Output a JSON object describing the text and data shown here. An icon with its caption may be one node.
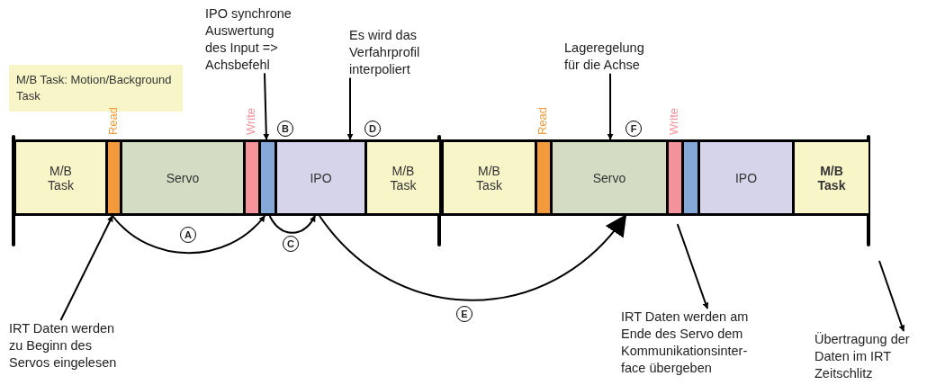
{
  "diagram": {
    "nodes": [
      {
        "text": [
          "M/B Task: Motion/Background Task"
        ]
      },
      {
        "text": [
          "M/B Task"
        ]
      },
      {
        "text": [
          "Read"
        ]
      },
      {
        "text": [
          "Servo"
        ]
      },
      {
        "text": [
          "Write"
        ]
      },
      {
        "text": [],
        "shape": "bar"
      },
      {
        "text": [
          "IPO"
        ]
      },
      {
        "text": [
          "M/B Task"
        ]
      },
      {
        "text": [
          "M/B Task"
        ]
      },
      {
        "text": [
          "Read"
        ]
      },
      {
        "text": [
          "Servo"
        ]
      },
      {
        "text": [
          "Write"
        ]
      },
      {
        "text": [],
        "shape": "bar"
      },
      {
        "text": [
          "IPO"
        ]
      },
      {
        "text": [
          "M/B Task"
        ]
      },
      {
        "text": [
          "IPO synchrone Auswertung des Input => Achsbefehl"
        ]
      },
      {
        "text": [
          "Es wird das Verfahrprofil interpoliert"
        ]
      },
      {
        "text": [
          "Lageregelung für die Achse"
        ]
      },
      {
        "text": [
          "IRT Daten werden zu Beginn des Servos eingelesen"
        ]
      },
      {
        "text": [
          "IRT Daten werden am Ende des Servo dem Kommunikationsinter- face übergeben"
        ]
      },
      {
        "text": [
          "Übertragung der Daten im IRT Zeitschlitz"
        ]
      }
    ],
    "edges": [
      {
        "from": 2,
        "to": 5,
        "arrow": "to",
        "label": "A"
      },
      {
        "from": 15,
        "to": 5,
        "arrow": "to",
        "label": "B"
      },
      {
        "from": 5,
        "to": 6,
        "arrow": "to",
        "label": "C"
      },
      {
        "from": 16,
        "to": 6,
        "arrow": "to",
        "label": "D"
      },
      {
        "from": 6,
        "to": 10,
        "arrow": "to",
        "label": "E"
      },
      {
        "from": 17,
        "to": 10,
        "arrow": "to",
        "label": "F"
      },
      {
        "from": 18,
        "to": 2,
        "arrow": "to"
      },
      {
        "from": 11,
        "to": 19,
        "arrow": "to"
      },
      {
        "from": null,
        "to": 20,
        "arrow": "to"
      }
    ]
  }
}
